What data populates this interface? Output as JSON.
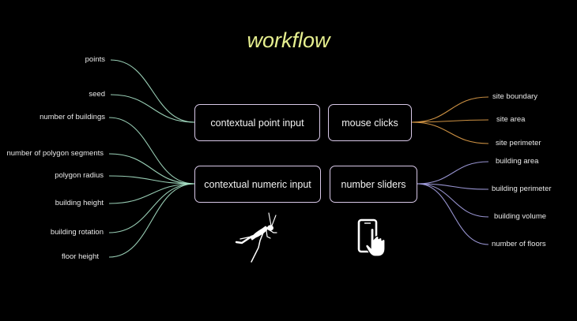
{
  "title": "workflow",
  "boxes": {
    "contextual_point_input": "contextual point input",
    "mouse_clicks": "mouse clicks",
    "contextual_numeric_input": "contextual numeric input",
    "number_sliders": "number sliders"
  },
  "left_labels": [
    "points",
    "seed",
    "number of buildings",
    "number of polygon segments",
    "polygon radius",
    "building height",
    "building rotation",
    "floor height"
  ],
  "right_labels_top": [
    "site boundary",
    "site area",
    "site perimeter"
  ],
  "right_labels_bottom": [
    "building area",
    "building perimeter",
    "building volume",
    "number of floors"
  ],
  "icons": {
    "left": "grasshopper-icon",
    "right": "touch-device-icon"
  },
  "colors": {
    "title": "#e6ef8f",
    "left_lines": "#a9e3c8",
    "right_top_lines": "#e3a14a",
    "right_bottom_lines": "#a9a4e8",
    "box_border": "#d8c8e8"
  }
}
